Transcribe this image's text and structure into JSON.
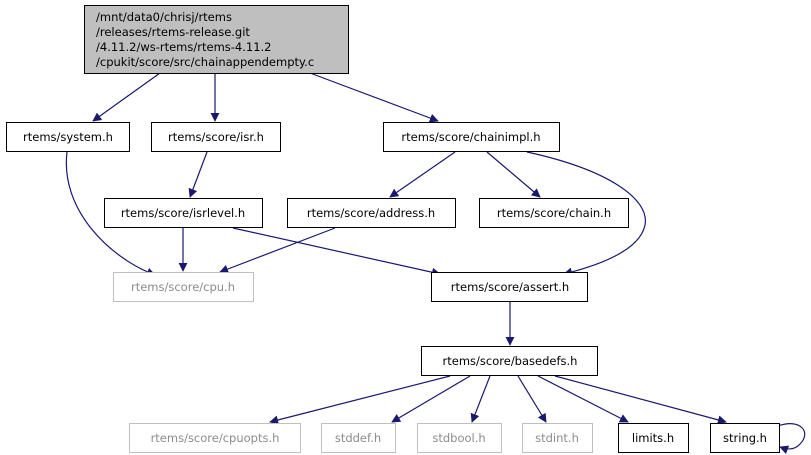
{
  "root": {
    "lines": [
      "/mnt/data0/chrisj/rtems",
      "/releases/rtems-release.git",
      "/4.11.2/ws-rtems/rtems-4.11.2",
      "/cpukit/score/src/chainappendempty.c"
    ]
  },
  "nodes": {
    "system_h": {
      "label": "rtems/system.h"
    },
    "isr_h": {
      "label": "rtems/score/isr.h"
    },
    "chainimpl_h": {
      "label": "rtems/score/chainimpl.h"
    },
    "isrlevel_h": {
      "label": "rtems/score/isrlevel.h"
    },
    "address_h": {
      "label": "rtems/score/address.h"
    },
    "chain_h": {
      "label": "rtems/score/chain.h"
    },
    "cpu_h": {
      "label": "rtems/score/cpu.h"
    },
    "assert_h": {
      "label": "rtems/score/assert.h"
    },
    "basedefs_h": {
      "label": "rtems/score/basedefs.h"
    },
    "cpuopts_h": {
      "label": "rtems/score/cpuopts.h"
    },
    "stddef_h": {
      "label": "stddef.h"
    },
    "stdbool_h": {
      "label": "stdbool.h"
    },
    "stdint_h": {
      "label": "stdint.h"
    },
    "limits_h": {
      "label": "limits.h"
    },
    "string_h": {
      "label": "string.h"
    }
  },
  "colors": {
    "root_fill": "#bfbfbf",
    "node_border": "#000000",
    "external_border": "#bfbfbf",
    "external_text": "#8c8c8c",
    "edge": "#191970"
  }
}
